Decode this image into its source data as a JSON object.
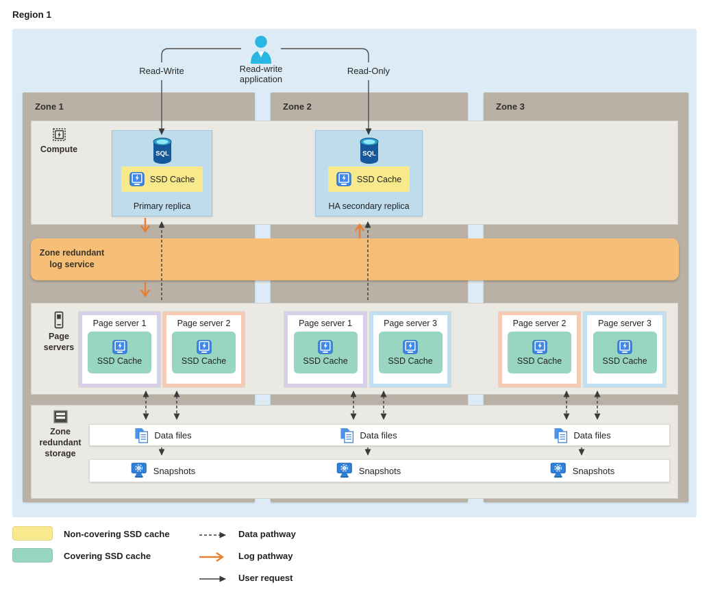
{
  "page": {
    "title": "Region 1"
  },
  "application": {
    "name_line1": "Read-write",
    "name_line2": "application",
    "read_write_label": "Read-Write",
    "read_only_label": "Read-Only"
  },
  "zones": {
    "zone1": "Zone 1",
    "zone2": "Zone 2",
    "zone3": "Zone 3"
  },
  "row_labels": {
    "compute": "Compute",
    "log_line1": "Zone redundant",
    "log_line2": "log service",
    "page_line1": "Page",
    "page_line2": "servers",
    "storage_line1": "Zone",
    "storage_line2": "redundant",
    "storage_line3": "storage"
  },
  "compute": {
    "sql_icon_label": "SQL",
    "ssd_cache_label": "SSD Cache",
    "primary_caption": "Primary replica",
    "secondary_caption": "HA secondary replica"
  },
  "page_servers": {
    "ssd_cache_label": "SSD Cache",
    "zone1": [
      "Page server 1",
      "Page server 2"
    ],
    "zone2": [
      "Page server 1",
      "Page server 3"
    ],
    "zone3": [
      "Page server 2",
      "Page server 3"
    ]
  },
  "storage": {
    "data_files_label": "Data files",
    "snapshots_label": "Snapshots"
  },
  "legend": {
    "non_covering": "Non-covering SSD cache",
    "covering": "Covering SSD cache",
    "data_pathway": "Data pathway",
    "log_pathway": "Log pathway",
    "user_request": "User request"
  },
  "colors": {
    "region_background": "#DCEBF5",
    "zone_background": "#B9B1A6",
    "band_background": "#EBE9E4",
    "log_service_band": "#F6BE76",
    "log_arrow": "#E87E2E",
    "data_arrow": "#3A3A3A",
    "non_covering_cache": "#F7E98C",
    "covering_cache": "#98D6C2",
    "replica_box": "#BEDCEC",
    "page_server_1_border": "#D8D0E8",
    "page_server_2_border": "#F7CBB3",
    "page_server_3_border": "#BEDFF2",
    "application_icon": "#2AB6E2"
  }
}
